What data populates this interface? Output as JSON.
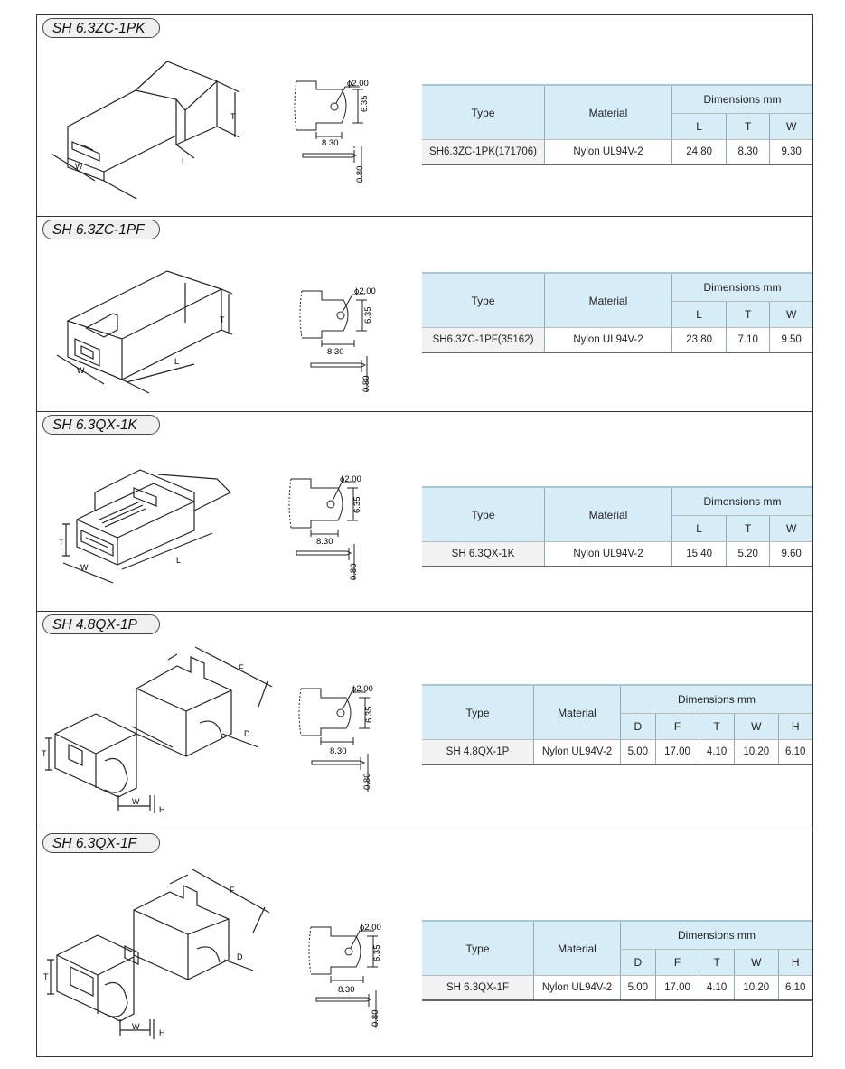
{
  "sections": [
    {
      "title": "SH 6.3ZC-1PK",
      "dims_labels": [
        "T",
        "W",
        "L"
      ],
      "terminal": {
        "hole": "ϕ2.00",
        "height": "6.35",
        "length": "8.30",
        "thickness": "0.80"
      },
      "table": {
        "col_type": "Type",
        "col_material": "Material",
        "col_dims": "Dimensions mm",
        "dim_cols": [
          "L",
          "T",
          "W"
        ],
        "row": {
          "type": "SH6.3ZC-1PK(171706)",
          "material": "Nylon UL94V-2",
          "values": [
            "24.80",
            "8.30",
            "9.30"
          ]
        }
      }
    },
    {
      "title": "SH 6.3ZC-1PF",
      "dims_labels": [
        "T",
        "W",
        "L"
      ],
      "terminal": {
        "hole": "ϕ2.00",
        "height": "6.35",
        "length": "8.30",
        "thickness": "0.80"
      },
      "table": {
        "col_type": "Type",
        "col_material": "Material",
        "col_dims": "Dimensions mm",
        "dim_cols": [
          "L",
          "T",
          "W"
        ],
        "row": {
          "type": "SH6.3ZC-1PF(35162)",
          "material": "Nylon UL94V-2",
          "values": [
            "23.80",
            "7.10",
            "9.50"
          ]
        }
      }
    },
    {
      "title": "SH 6.3QX-1K",
      "dims_labels": [
        "T",
        "W",
        "L"
      ],
      "terminal": {
        "hole": "ϕ2.00",
        "height": "6.35",
        "length": "8.30",
        "thickness": "0.80"
      },
      "table": {
        "col_type": "Type",
        "col_material": "Material",
        "col_dims": "Dimensions mm",
        "dim_cols": [
          "L",
          "T",
          "W"
        ],
        "row": {
          "type": "SH 6.3QX-1K",
          "material": "Nylon UL94V-2",
          "values": [
            "15.40",
            "5.20",
            "9.60"
          ]
        }
      }
    },
    {
      "title": "SH 4.8QX-1P",
      "dims_labels": [
        "T",
        "W",
        "H",
        "F",
        "D"
      ],
      "terminal": {
        "hole": "ϕ2.00",
        "height": "6.35",
        "length": "8.30",
        "thickness": "0.80"
      },
      "table": {
        "col_type": "Type",
        "col_material": "Material",
        "col_dims": "Dimensions mm",
        "dim_cols": [
          "D",
          "F",
          "T",
          "W",
          "H"
        ],
        "row": {
          "type": "SH 4.8QX-1P",
          "material": "Nylon UL94V-2",
          "values": [
            "5.00",
            "17.00",
            "4.10",
            "10.20",
            "6.10"
          ]
        }
      }
    },
    {
      "title": "SH 6.3QX-1F",
      "dims_labels": [
        "T",
        "W",
        "H",
        "F",
        "D"
      ],
      "terminal": {
        "hole": "ϕ2.00",
        "height": "6.35",
        "length": "8.30",
        "thickness": "0.80"
      },
      "table": {
        "col_type": "Type",
        "col_material": "Material",
        "col_dims": "Dimensions mm",
        "dim_cols": [
          "D",
          "F",
          "T",
          "W",
          "H"
        ],
        "row": {
          "type": "SH 6.3QX-1F",
          "material": "Nylon UL94V-2",
          "values": [
            "5.00",
            "17.00",
            "4.10",
            "10.20",
            "6.10"
          ]
        }
      }
    }
  ]
}
